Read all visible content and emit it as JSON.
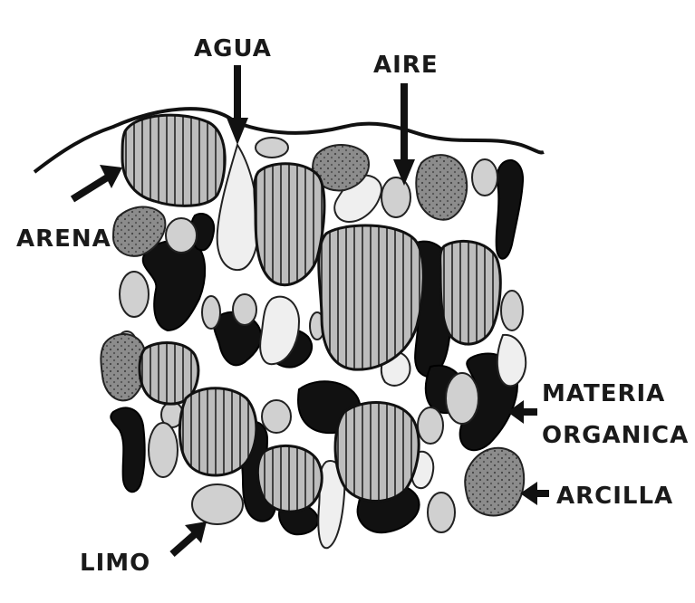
{
  "labels": {
    "agua": "AGUA",
    "aire": "AIRE",
    "arena": "ARENA",
    "materia_line1": "MATERIA",
    "materia_line2": "ORGANICA",
    "arcilla": "ARCILLA",
    "limo": "LIMO"
  },
  "colors": {
    "background": "#ffffff",
    "ink": "#111111",
    "sand_fill": "#b8b8b8",
    "clay_fill": "#8a8a8a",
    "silt_fill": "#d0d0d0",
    "water_fill": "#eeeeee",
    "organic_fill": "#111111"
  }
}
